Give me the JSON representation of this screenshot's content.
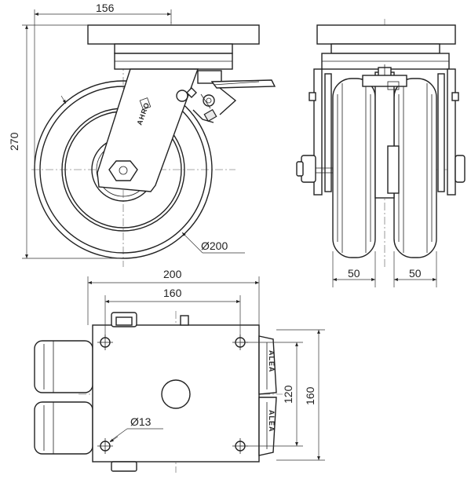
{
  "views": {
    "side": {
      "dims": {
        "plate_offset": "156",
        "height": "270",
        "wheel_diameter": "Ø200"
      },
      "logo": "AHRO"
    },
    "front": {
      "dims": {
        "wheel_width_left": "50",
        "wheel_width_right": "50"
      }
    },
    "top": {
      "dims": {
        "plate_length": "200",
        "hole_spacing_length": "160",
        "hole_spacing_width": "120",
        "plate_width": "160",
        "hole_diameter": "Ø13"
      },
      "brand": "ALEA"
    }
  }
}
